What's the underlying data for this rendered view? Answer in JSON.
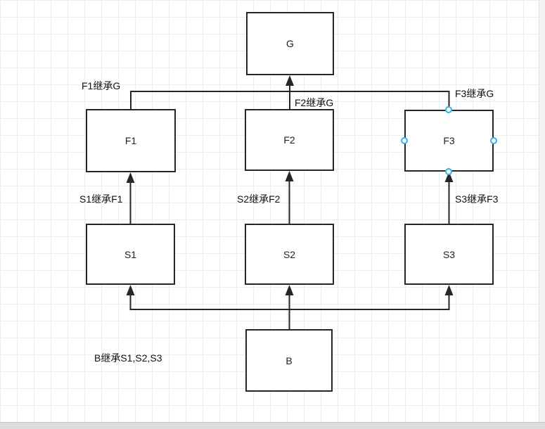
{
  "diagram": {
    "nodes": {
      "g": {
        "label": "G"
      },
      "f1": {
        "label": "F1"
      },
      "f2": {
        "label": "F2"
      },
      "f3": {
        "label": "F3",
        "selected": true
      },
      "s1": {
        "label": "S1"
      },
      "s2": {
        "label": "S2"
      },
      "s3": {
        "label": "S3"
      },
      "b": {
        "label": "B"
      }
    },
    "edges": [
      {
        "from": "F1",
        "to": "G",
        "label": "F1继承G"
      },
      {
        "from": "F2",
        "to": "G",
        "label": "F2继承G"
      },
      {
        "from": "F3",
        "to": "G",
        "label": "F3继承G"
      },
      {
        "from": "S1",
        "to": "F1",
        "label": "S1继承F1"
      },
      {
        "from": "S2",
        "to": "F2",
        "label": "S2继承F2"
      },
      {
        "from": "S3",
        "to": "F3",
        "label": "S3继承F3"
      },
      {
        "from": "B",
        "to": "S1,S2,S3",
        "label": "B继承S1,S2,S3"
      }
    ],
    "colors": {
      "node_stroke": "#262626",
      "node_fill": "#ffffff",
      "edge_stroke": "#262626",
      "selection_handle": "#30b5e8",
      "grid_line": "#e9eff4",
      "canvas": "#ffffff",
      "scrollbar_track": "#dcdcdc"
    }
  }
}
